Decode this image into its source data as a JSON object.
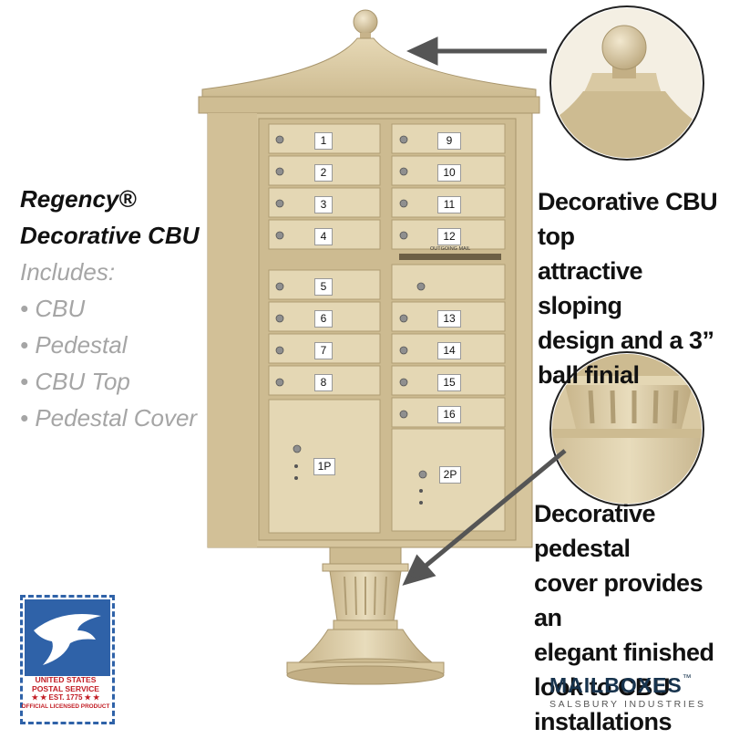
{
  "product_text": {
    "title_line1": "Regency®",
    "title_line2": "Decorative CBU",
    "includes_label": "Includes:",
    "includes_items": [
      "• CBU",
      "• Pedestal",
      "• CBU Top",
      "• Pedestal Cover"
    ]
  },
  "callout_top": {
    "lines": [
      "Decorative CBU top",
      "attractive sloping",
      "design and a 3”",
      "ball finial"
    ]
  },
  "callout_bottom": {
    "lines": [
      "Decorative pedestal",
      "cover provides an",
      "elegant finished",
      "look to CBU",
      "installations"
    ]
  },
  "mailbox": {
    "left_doors": [
      "1",
      "2",
      "3",
      "4",
      "5",
      "6",
      "7",
      "8"
    ],
    "right_doors": [
      "9",
      "10",
      "11",
      "12",
      "13",
      "14",
      "15",
      "16"
    ],
    "outgoing_label": "OUTGOING MAIL",
    "parcel_left": "1P",
    "parcel_right": "2P"
  },
  "stamp": {
    "line1": "UNITED STATES",
    "line2": "POSTAL SERVICE",
    "line3": "★ ★ EST. 1775 ★ ★",
    "line4": "OFFICIAL LICENSED PRODUCT"
  },
  "brand": {
    "name": "MAILBOXES",
    "tm": "™",
    "sub": "SALSBURY INDUSTRIES"
  },
  "colors": {
    "sand": "#d9c9a3",
    "sand_dark": "#b9a67e",
    "usps_blue": "#2f62a8",
    "usps_red": "#c21d24"
  }
}
